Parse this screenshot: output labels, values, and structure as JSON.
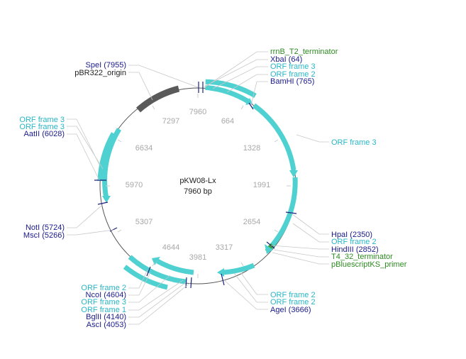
{
  "plasmid": {
    "name": "pKW08-Lx",
    "size_label": "7960 bp",
    "length": 7960
  },
  "colors": {
    "backbone": "#555555",
    "orf": "#4fd1d1",
    "orf_outline": "#2bb5b5",
    "origin": "#5a5a5a",
    "terminator": "#3aa335",
    "site": "#1a237e",
    "site_label": "#1a1a8c",
    "orf_label": "#29b6c6",
    "feature_label": "#2e8b22",
    "origin_label": "#222222",
    "tick_label": "#a8a8a8",
    "leader": "#c8c8c8"
  },
  "ticks": [
    "7960",
    "664",
    "1328",
    "1991",
    "2654",
    "3317",
    "3981",
    "4644",
    "5307",
    "5970",
    "6634",
    "7297"
  ],
  "labels": [
    {
      "id": "label-rrnb-t2-terminator",
      "text": "rrnB_T2_terminator",
      "kind": "feature"
    },
    {
      "id": "label-xbai",
      "text": "XbaI (64)",
      "kind": "site"
    },
    {
      "id": "label-orf-frame-3-top",
      "text": "ORF frame 3",
      "kind": "orf"
    },
    {
      "id": "label-orf-frame-2-top",
      "text": "ORF frame 2",
      "kind": "orf"
    },
    {
      "id": "label-bamhi",
      "text": "BamHI (765)",
      "kind": "site"
    },
    {
      "id": "label-orf-frame-3-right",
      "text": "ORF frame 3",
      "kind": "orf"
    },
    {
      "id": "label-hpai",
      "text": "HpaI (2350)",
      "kind": "site"
    },
    {
      "id": "label-orf-frame-2-right",
      "text": "ORF frame 2",
      "kind": "orf"
    },
    {
      "id": "label-hindiii",
      "text": "HindIII (2852)",
      "kind": "site"
    },
    {
      "id": "label-t4-32-terminator",
      "text": "T4_32_terminator",
      "kind": "feature"
    },
    {
      "id": "label-pbluescriptks-primer",
      "text": "pBluescriptKS_primer",
      "kind": "feature"
    },
    {
      "id": "label-orf-frame-2-br1",
      "text": "ORF frame 2",
      "kind": "orf"
    },
    {
      "id": "label-orf-frame-2-br2",
      "text": "ORF frame 2",
      "kind": "orf"
    },
    {
      "id": "label-agei",
      "text": "AgeI (3666)",
      "kind": "site"
    },
    {
      "id": "label-orf-frame-2-bl",
      "text": "ORF frame 2",
      "kind": "orf"
    },
    {
      "id": "label-ncoi",
      "text": "NcoI (4604)",
      "kind": "site"
    },
    {
      "id": "label-orf-frame-3-bl",
      "text": "ORF frame 3",
      "kind": "orf"
    },
    {
      "id": "label-orf-frame-1-bl",
      "text": "ORF frame 1",
      "kind": "orf"
    },
    {
      "id": "label-bglii",
      "text": "BglII (4140)",
      "kind": "site"
    },
    {
      "id": "label-asci",
      "text": "AscI (4053)",
      "kind": "site"
    },
    {
      "id": "label-noti",
      "text": "NotI (5724)",
      "kind": "site"
    },
    {
      "id": "label-msci",
      "text": "MscI (5266)",
      "kind": "site"
    },
    {
      "id": "label-orf-frame-3-l1",
      "text": "ORF frame 3",
      "kind": "orf"
    },
    {
      "id": "label-orf-frame-3-l2",
      "text": "ORF frame 3",
      "kind": "orf"
    },
    {
      "id": "label-aatii",
      "text": "AatII (6028)",
      "kind": "site"
    },
    {
      "id": "label-spei",
      "text": "SpeI (7955)",
      "kind": "site"
    },
    {
      "id": "label-pbr322-origin",
      "text": "pBR322_origin",
      "kind": "origin"
    }
  ]
}
